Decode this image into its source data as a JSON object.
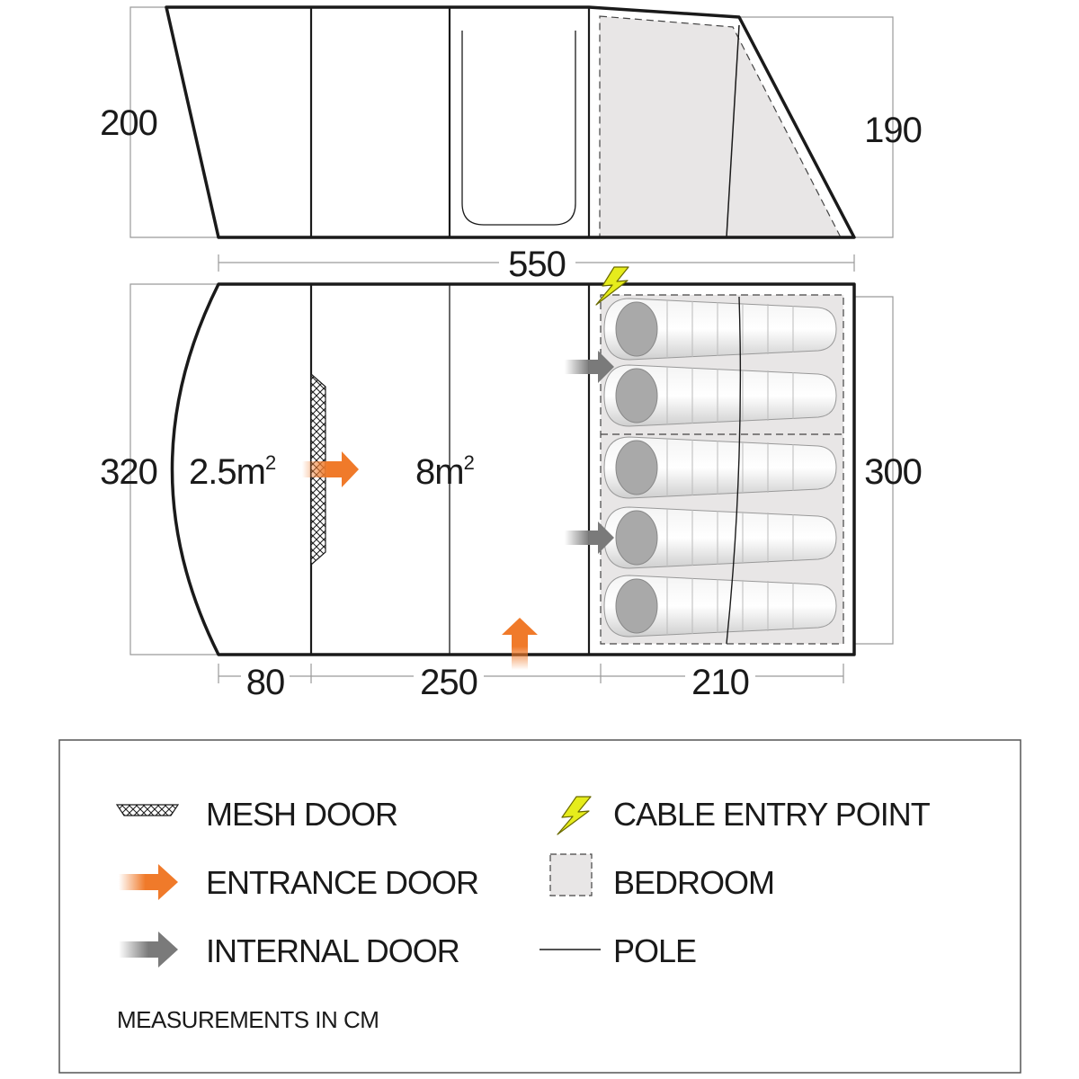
{
  "side_view": {
    "height_left": "200",
    "height_right": "190",
    "length": "550"
  },
  "floor_plan": {
    "width_left": "320",
    "width_right": "300",
    "section_lengths": [
      "80",
      "250",
      "210"
    ],
    "porch_area": {
      "value": "2.5m",
      "sup": "2"
    },
    "living_area": {
      "value": "8m",
      "sup": "2"
    }
  },
  "legend": {
    "items": [
      {
        "icon": "mesh-door-icon",
        "label": "MESH DOOR"
      },
      {
        "icon": "entrance-door-arrow-icon",
        "label": "ENTRANCE DOOR"
      },
      {
        "icon": "internal-door-arrow-icon",
        "label": "INTERNAL DOOR"
      },
      {
        "icon": "cable-entry-bolt-icon",
        "label": "CABLE ENTRY POINT"
      },
      {
        "icon": "bedroom-icon",
        "label": "BEDROOM"
      },
      {
        "icon": "pole-line-icon",
        "label": "POLE"
      }
    ],
    "note": "MEASUREMENTS IN CM"
  },
  "colors": {
    "outline": "#1a1a1a",
    "dimension_line": "#9a9a9a",
    "bedroom_fill": "#e8e6e6",
    "entrance_arrow": "#f07a2a",
    "internal_arrow": "#7a7a7a",
    "cable_bolt": "#e6ec1c"
  }
}
